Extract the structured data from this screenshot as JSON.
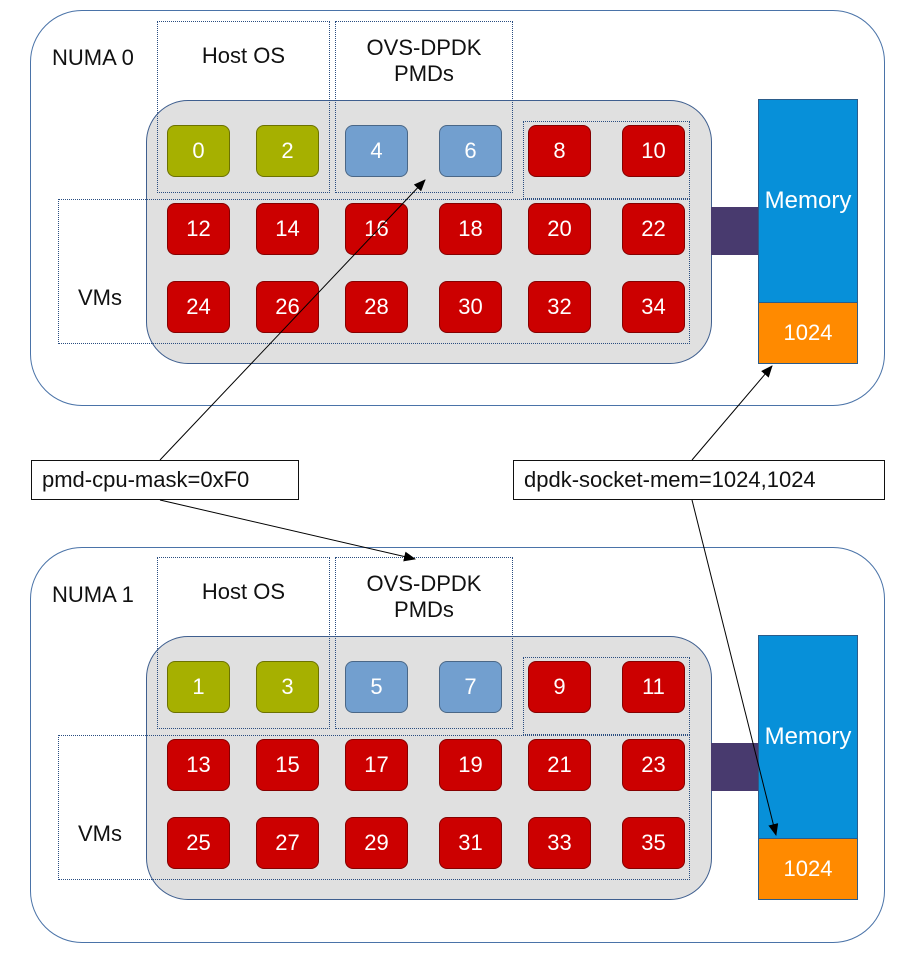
{
  "nodes": [
    {
      "label": "NUMA 0",
      "host_os_label": "Host OS",
      "pmd_label_line1": "OVS-DPDK",
      "pmd_label_line2": "PMDs",
      "vms_label": "VMs",
      "memory_label": "Memory",
      "reserved_mem": "1024",
      "rows": [
        [
          "0",
          "2",
          "4",
          "6",
          "8",
          "10"
        ],
        [
          "12",
          "14",
          "16",
          "18",
          "20",
          "22"
        ],
        [
          "24",
          "26",
          "28",
          "30",
          "32",
          "34"
        ]
      ]
    },
    {
      "label": "NUMA 1",
      "host_os_label": "Host OS",
      "pmd_label_line1": "OVS-DPDK",
      "pmd_label_line2": "PMDs",
      "vms_label": "VMs",
      "memory_label": "Memory",
      "reserved_mem": "1024",
      "rows": [
        [
          "1",
          "3",
          "5",
          "7",
          "9",
          "11"
        ],
        [
          "13",
          "15",
          "17",
          "19",
          "21",
          "23"
        ],
        [
          "25",
          "27",
          "29",
          "31",
          "33",
          "35"
        ]
      ]
    }
  ],
  "callouts": {
    "pmd_mask": "pmd-cpu-mask=0xF0",
    "socket_mem": "dpdk-socket-mem=1024,1024"
  },
  "colors": {
    "host_os_core": "#a6b000",
    "pmd_core": "#729fcf",
    "vm_core": "#cc0000",
    "memory": "#0790d9",
    "reserved_memory": "#ff8a00",
    "interconnect": "#483a6e"
  }
}
